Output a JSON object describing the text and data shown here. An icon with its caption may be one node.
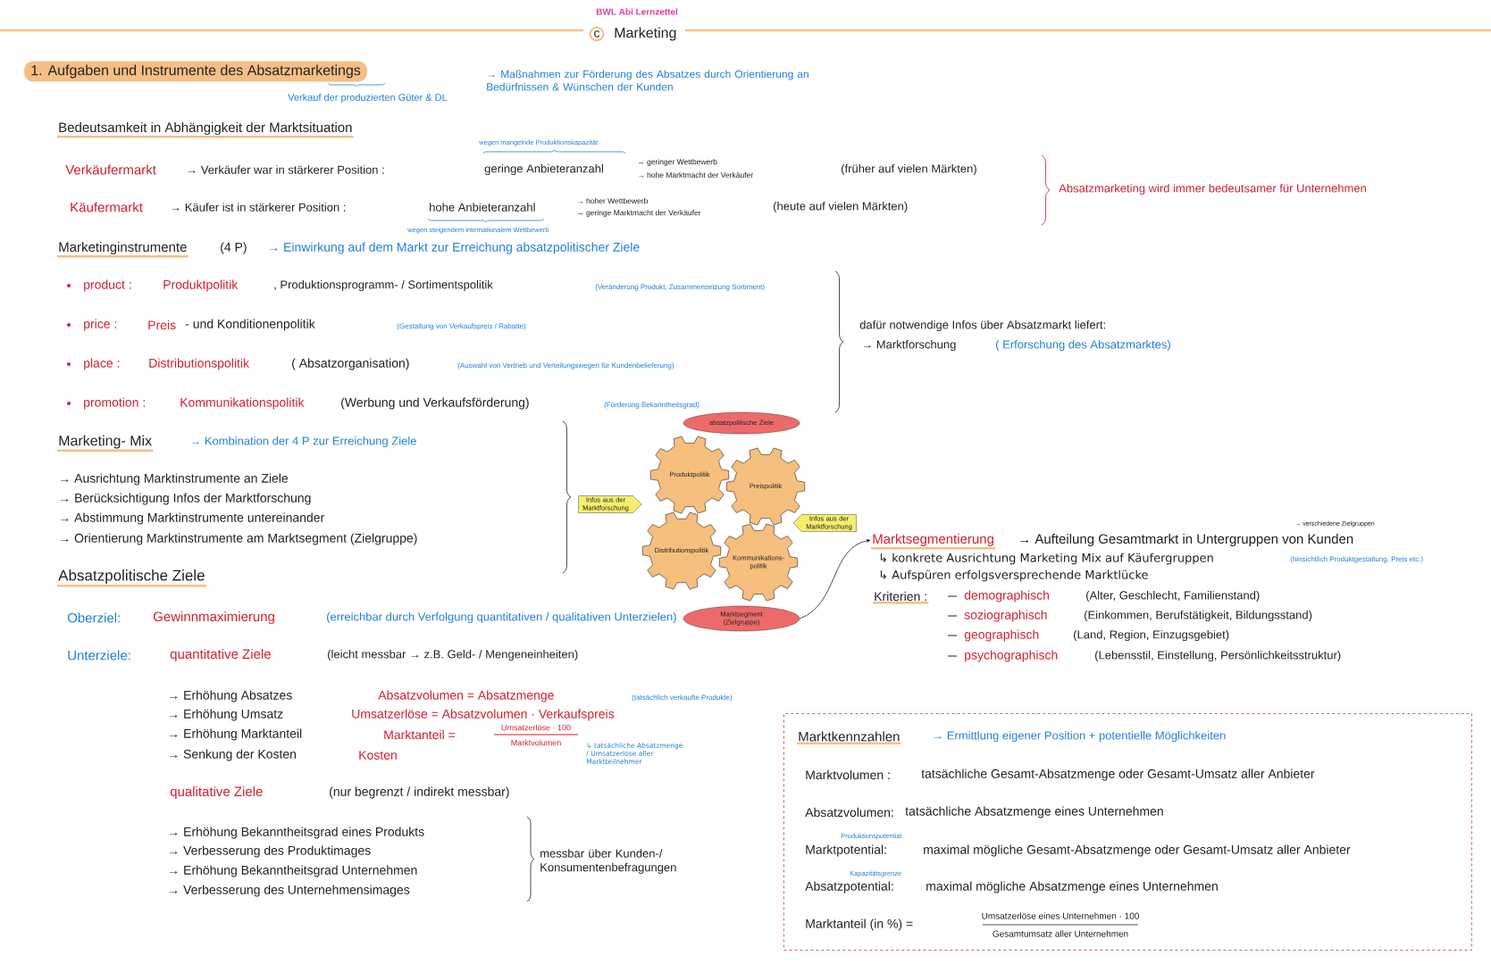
{
  "diagram": {
    "title": "Marketing",
    "nodes": [
      {
        "text": [
          "c"
        ]
      },
      {
        "text": [
          "1. Aufgaben und Instrumente des Absatzmarketings"
        ]
      },
      {
        "text": [
          "absatzpolitische Ziele"
        ]
      },
      {
        "text": [
          "Produktpolitik"
        ]
      },
      {
        "text": [
          "Preispolitik"
        ]
      },
      {
        "text": [
          "Infos aus der Marktforschung"
        ]
      },
      {
        "text": [
          "Distributionspolitik"
        ]
      },
      {
        "text": [
          "Infos aus der Marktforschung"
        ]
      },
      {
        "text": [
          "Kommunikations- politik"
        ]
      },
      {
        "text": [
          "Marktsegment (Zielgruppe)"
        ]
      },
      {
        "text": [
          "Marktsegmentierung"
        ]
      },
      {
        "text": [
          "Marktkennzahlen",
          "→ Ermittlung eigener Position + potentielle Möglichkeiten",
          "Marktvolumen :",
          "tatsächliche Gesamt-Absatzmenge oder Gesamt-Umsatz aller Anbieter",
          "Absatzvolumen:",
          "tatsächliche Absatzmenge eines Unternehmen",
          "Produktionspotential",
          "Marktpotential:",
          "maximal mögliche Gesamt-Absatzmenge oder Gesamt-Umsatz aller Anbieter",
          "Kapazitätsgrenze",
          "Absatzpotential:",
          "maximal mögliche Absatzmenge eines Unternehmen",
          "Marktanteil (in %) =",
          "Umsatzerlöse eines Unternehmen · 100",
          "Gesamtumsatz aller Unternehmen"
        ]
      }
    ],
    "edges": [
      {
        "from": 9,
        "to": 10,
        "arrow": "to"
      }
    ],
    "labels": [
      "BWL Abi Lernzettel",
      "→ Maßnahmen zur Förderung des Absatzes durch Orientierung an Bedürfnissen & Wünschen der Kunden",
      "Verkauf der produzierten Güter & DL",
      "Bedeutsamkeit in Abhängigkeit der Marktsituation",
      "wegen mangelnde Produktionskapazität",
      "Verkäufermarkt",
      "→ Verkäufer war in stärkerer Position :",
      "geringe Anbieteranzahl",
      "→ geringer Wettbewerb",
      "→ hohe Marktmacht der Verkäufer",
      "(früher auf vielen Märkten)",
      "Absatzmarketing wird immer bedeutsamer für Unternehmen",
      "Käufermarkt",
      "→ Käufer ist in stärkerer Position :",
      "hohe Anbieteranzahl",
      "→ hoher Wettbewerb",
      "→ geringe Marktmacht der Verkäufer",
      "(heute auf vielen Märkten)",
      "wegen steigendem internationalem Wettbewerb",
      "Marketinginstrumente",
      "(4 P)",
      "→ Einwirkung auf dem Markt zur Erreichung absatzpolitischer Ziele",
      "product :",
      "Produktpolitik",
      ", Produktionsprogramm- / Sortimentspolitik",
      "(Veränderung Produkt, Zusammensetzung Sortiment)",
      "price :",
      "Preis",
      "- und Konditionenpolitik",
      "(Gestaltung von Verkaufspreis / Rabatte)",
      "place :",
      "Distributionspolitik",
      "( Absatzorganisation)",
      "(Auswahl von Vertrieb und Verteilungswegen für Kundenbelieferung)",
      "promotion :",
      "Kommunikationspolitik",
      "(Werbung und Verkaufsförderung)",
      "(Förderung Bekanntheitsgrad)",
      "dafür notwendige Infos über Absatzmarkt liefert:",
      "→ Marktforschung",
      "( Erforschung des Absatzmarktes)",
      "Marketing- Mix",
      "→ Kombination der 4 P zur Erreichung Ziele",
      "→ Ausrichtung Marktinstrumente an Ziele",
      "→ Berücksichtigung Infos der Marktforschung",
      "→ Abstimmung Marktinstrumente untereinander",
      "→ Orientierung Marktinstrumente am Marktsegment (Zielgruppe)",
      "→ Aufteilung Gesamtmarkt in Untergruppen von Kunden",
      "→ verschiedene Zielgruppen",
      "↳ konkrete Ausrichtung Marketing Mix auf Käufergruppen",
      "(hinsichtlich Produktgestaltung, Preis etc.)",
      "↳ Aufspüren erfolgsversprechende Marktlücke",
      "Kriterien :",
      "demographisch",
      "(Alter, Geschlecht, Familienstand)",
      "soziographisch",
      "(Einkommen, Berufstätigkeit, Bildungsstand)",
      "geographisch",
      "(Land, Region, Einzugsgebiet)",
      "psychographisch",
      "(Lebensstil, Einstellung, Persönlichkeitsstruktur)",
      "Absatzpolitische Ziele",
      "Oberziel:",
      "Gewinnmaximierung",
      "(erreichbar durch Verfolgung quantitativen / qualitativen Unterzielen)",
      "Unterziele:",
      "quantitative Ziele",
      "(leicht messbar → z.B. Geld- / Mengeneinheiten)",
      "→ Erhöhung Absatzes",
      "Absatzvolumen = Absatzmenge",
      "(tatsächlich verkaufte Produkte)",
      "→ Erhöhung Umsatz",
      "Umsatzerlöse = Absatzvolumen · Verkaufspreis",
      "→ Erhöhung Marktanteil",
      "Marktanteil =",
      "Umsatzerlöse · 100",
      "Marktvolumen",
      "→ Senkung der Kosten",
      "Kosten",
      "↳ tatsächliche Absatzmenge / Umsatzerlöse aller Marktteilnehmer",
      "qualitative Ziele",
      "(nur begrenzt / indirekt messbar)",
      "→ Erhöhung Bekanntheitsgrad eines Produkts",
      "→ Verbesserung des Produktimages",
      "→ Erhöhung Bekanntheitsgrad Unternehmen",
      "→ Verbesserung des Unternehmensimages",
      "messbar über Kunden-/ Konsumentenbefragungen"
    ]
  }
}
